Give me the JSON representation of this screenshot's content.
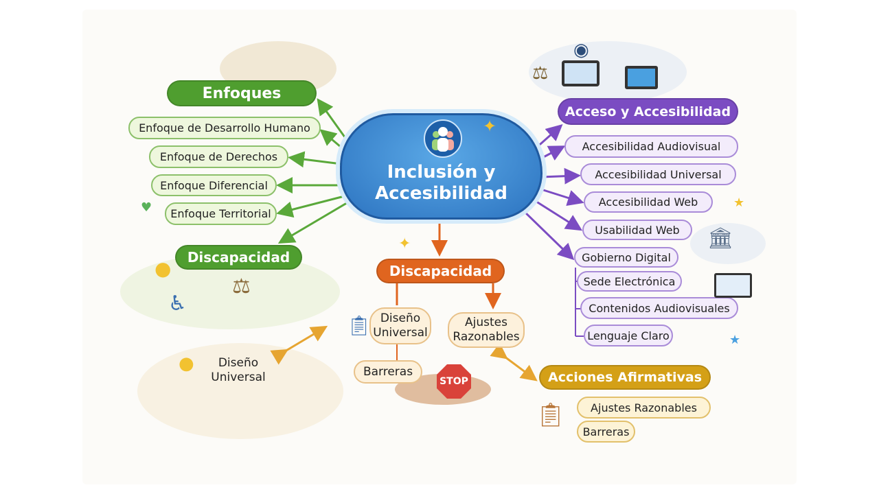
{
  "center": {
    "line1": "Inclusión y",
    "line2": "Accesibilidad"
  },
  "enfoques": {
    "title": "Enfoques",
    "items": [
      "Enfoque de Desarrollo Humano",
      "Enfoque de Derechos",
      "Enfoque Diferencial",
      "Enfoque Territorial"
    ]
  },
  "discapacidad_left": {
    "title": "Discapacidad",
    "sub": "Diseño Universal"
  },
  "discapacidad_center": {
    "title": "Discapacidad",
    "items": [
      "Diseño Universal",
      "Ajustes Razonables",
      "Barreras"
    ],
    "stop": "STOP"
  },
  "acciones": {
    "title": "Acciones Afirmativas",
    "items": [
      "Ajustes Razonables",
      "Barreras"
    ]
  },
  "acceso": {
    "title": "Acceso y Accesibilidad",
    "items": [
      "Accesibilidad Audiovisual",
      "Accesibilidad Universal",
      "Accesibilidad Web",
      "Usabilidad Web",
      "Gobierno Digital",
      "Sede Electrónica",
      "Contenidos Audiovisuales",
      "Lenguaje Claro"
    ]
  },
  "colors": {
    "green": "#4f9e2f",
    "purple": "#7b4cc2",
    "orange": "#e0651f",
    "gold": "#d4a017",
    "blue": "#2c73c0"
  }
}
